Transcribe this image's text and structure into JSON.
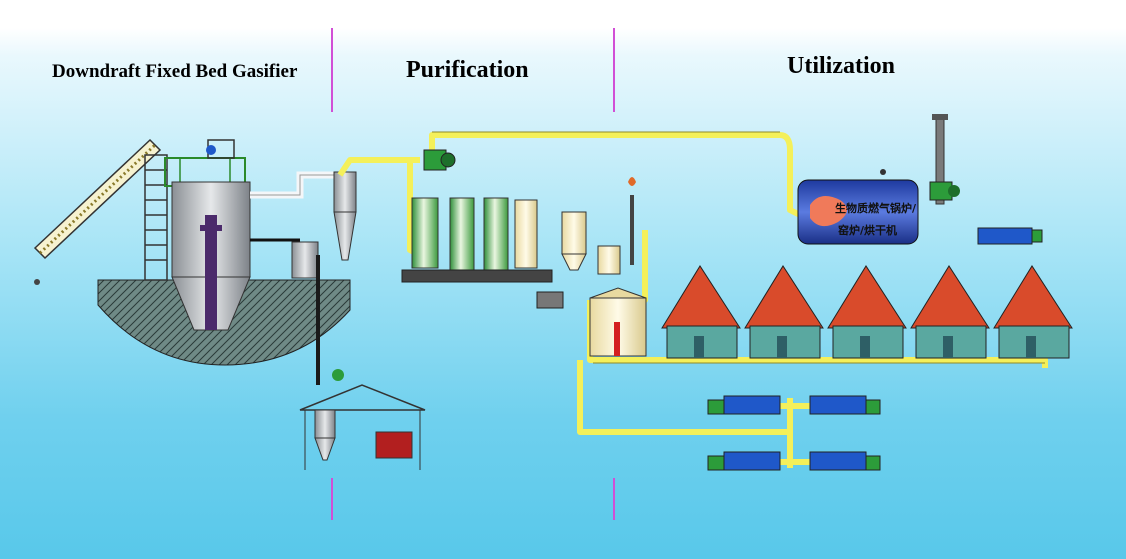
{
  "sections": {
    "gasifier": "Downdraft Fixed Bed Gasifier",
    "purification": "Purification",
    "utilization": "Utilization"
  },
  "boiler": {
    "line1": "生物质燃气锅炉/",
    "line2": "窑炉/烘干机"
  },
  "colors": {
    "pipe_yellow": "#f4f05a",
    "pipe_dark": "#1a1a1a",
    "divider_magenta": "#d14fd6",
    "roof_red": "#d94b2b",
    "wall_teal": "#5aa8a0",
    "boiler_blue": "#1f3fae"
  },
  "icons": [
    "conveyor-icon",
    "gasifier-icon",
    "cyclone-icon",
    "scrubber-icon",
    "fan-icon",
    "gas-tank-icon",
    "chimney-icon",
    "boiler-icon",
    "house-icon",
    "generator-icon",
    "flare-icon"
  ]
}
